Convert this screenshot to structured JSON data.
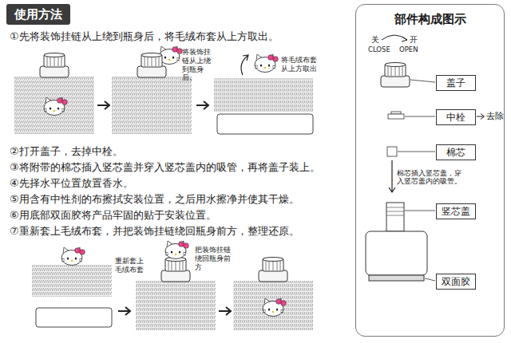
{
  "diagram": {
    "nodes": [
      {
        "text": [
          "使用方法"
        ]
      },
      {
        "text": [
          "部件构成图示"
        ]
      },
      {
        "text": [
          "盖子"
        ],
        "in": 1
      },
      {
        "text": [
          "中栓"
        ],
        "in": 1
      },
      {
        "text": [
          "棉芯"
        ],
        "in": 1
      },
      {
        "text": [
          "竖芯盖"
        ],
        "in": 1
      },
      {
        "text": [
          "双面胶"
        ],
        "in": 1
      }
    ],
    "labels": [
      "①先将装饰挂链从上绕到瓶身后，将毛绒布套从上方取出。",
      "将装饰挂链从上绕到瓶身后。",
      "将毛绒布套从上方取出",
      "②打开盖子，去掉中栓。",
      "③将附带的棉芯插入竖芯盖并穿入竖芯盖内的吸管，再将盖子装上。",
      "④先择水平位置放置香水。",
      "⑤用含有中性剂的布擦拭安装位置，之后用水擦净并使其干燥。",
      "⑥用底部双面胶将产品牢固的贴于安装位置。",
      "⑦重新套上毛绒布套，并把装饰挂链绕回瓶身前方，整理还原。",
      "重新套上毛绒布套",
      "把装饰挂链绕回瓶身前方",
      "关",
      "开",
      "CLOSE",
      "OPEN",
      "去除",
      "棉芯插入竖芯盖，穿入竖芯盖内的吸管。"
    ]
  }
}
